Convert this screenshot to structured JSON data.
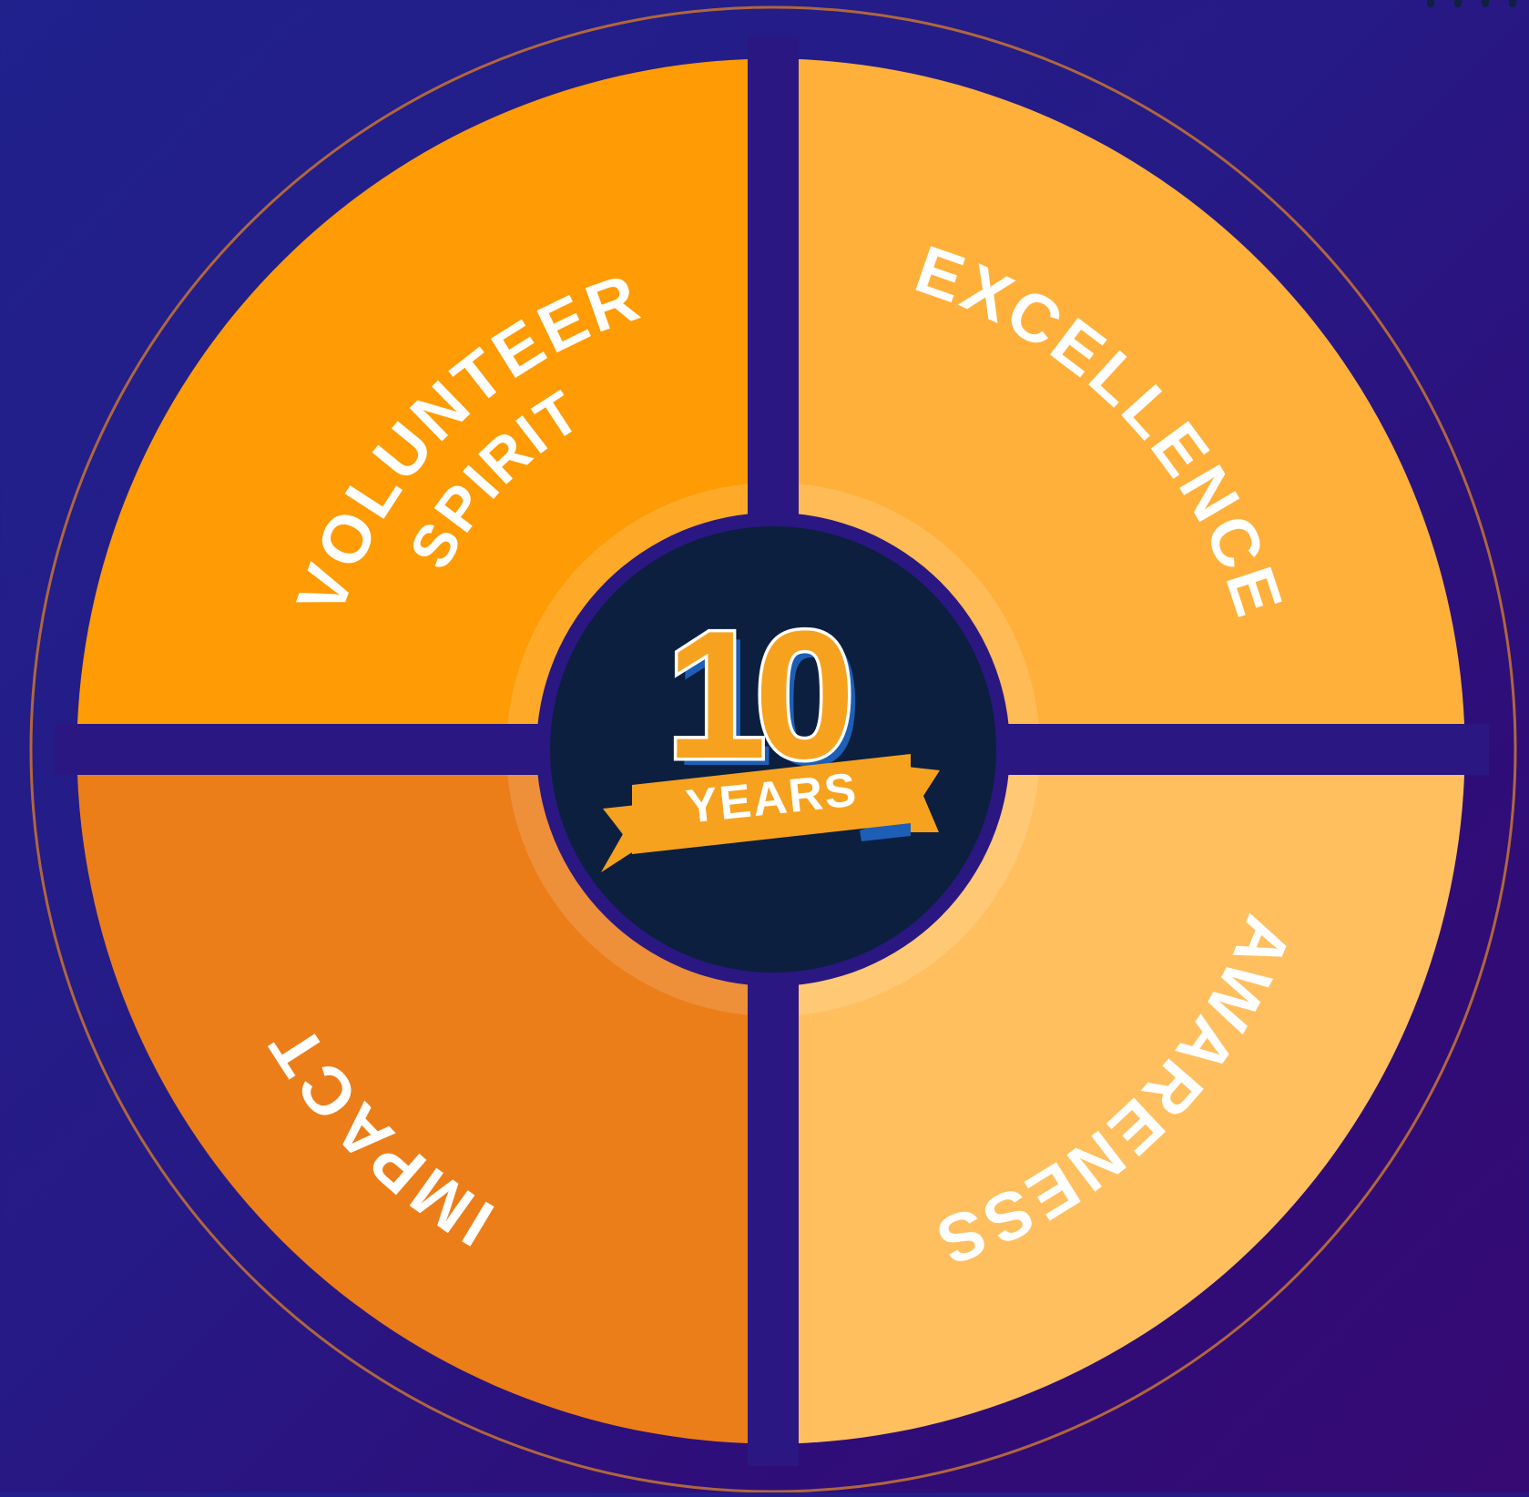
{
  "diagram": {
    "segments": [
      {
        "id": "volunteer-spirit",
        "line1": "VOLUNTEER",
        "line2": "SPIRIT",
        "color": "#fe9b05"
      },
      {
        "id": "excellence",
        "line1": "EXCELLENCE",
        "color": "#ffb03a"
      },
      {
        "id": "impact",
        "line1": "IMPACT",
        "color": "#ec7e19"
      },
      {
        "id": "awareness",
        "line1": "AWARENESS",
        "color": "#ffbf5f"
      }
    ],
    "center_badge": {
      "number": "10",
      "ribbon_text": "YEARS"
    }
  },
  "colors": {
    "background_start": "#20218c",
    "background_end": "#360a72",
    "divider": "#2a1782",
    "center_circle": "#0c1f3e",
    "outer_ring": "#b0663e",
    "ribbon": "#f7a21e",
    "ribbon_shadow": "#1d5fb6"
  }
}
